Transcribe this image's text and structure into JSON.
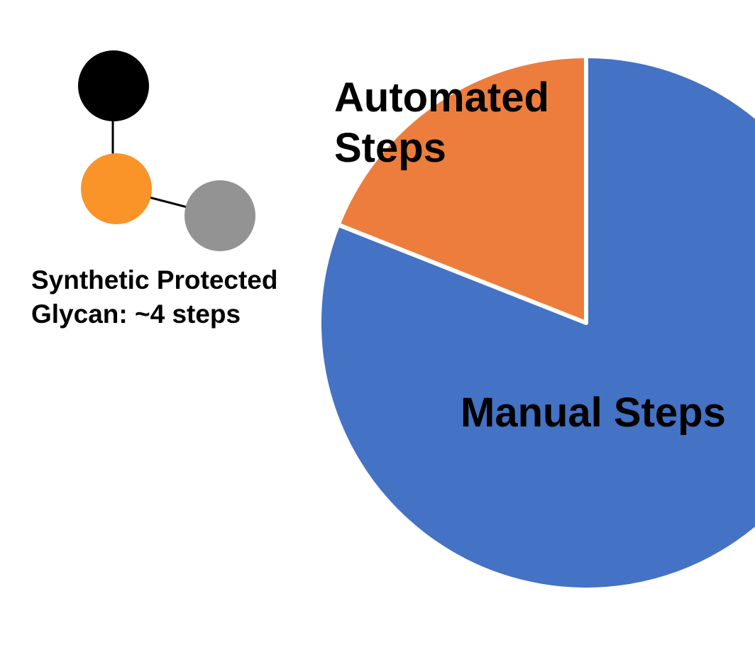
{
  "glycan": {
    "caption_line1": "Synthetic Protected",
    "caption_line2": "Glycan: ~4 steps",
    "nodes": [
      {
        "color": "#000000"
      },
      {
        "color": "#FA9428"
      },
      {
        "color": "#939393"
      }
    ]
  },
  "chart_data": {
    "type": "pie",
    "title": "",
    "slices": [
      {
        "label": "Manual Steps",
        "value": 81,
        "color": "#4472C4"
      },
      {
        "label": "Automated Steps",
        "value": 19,
        "color": "#ED7D3C"
      }
    ],
    "label_lines": {
      "automated_line1": "Automated",
      "automated_line2": "Steps",
      "manual": "Manual Steps"
    },
    "start": "12 o'clock",
    "direction": "clockwise",
    "legend": "none"
  }
}
